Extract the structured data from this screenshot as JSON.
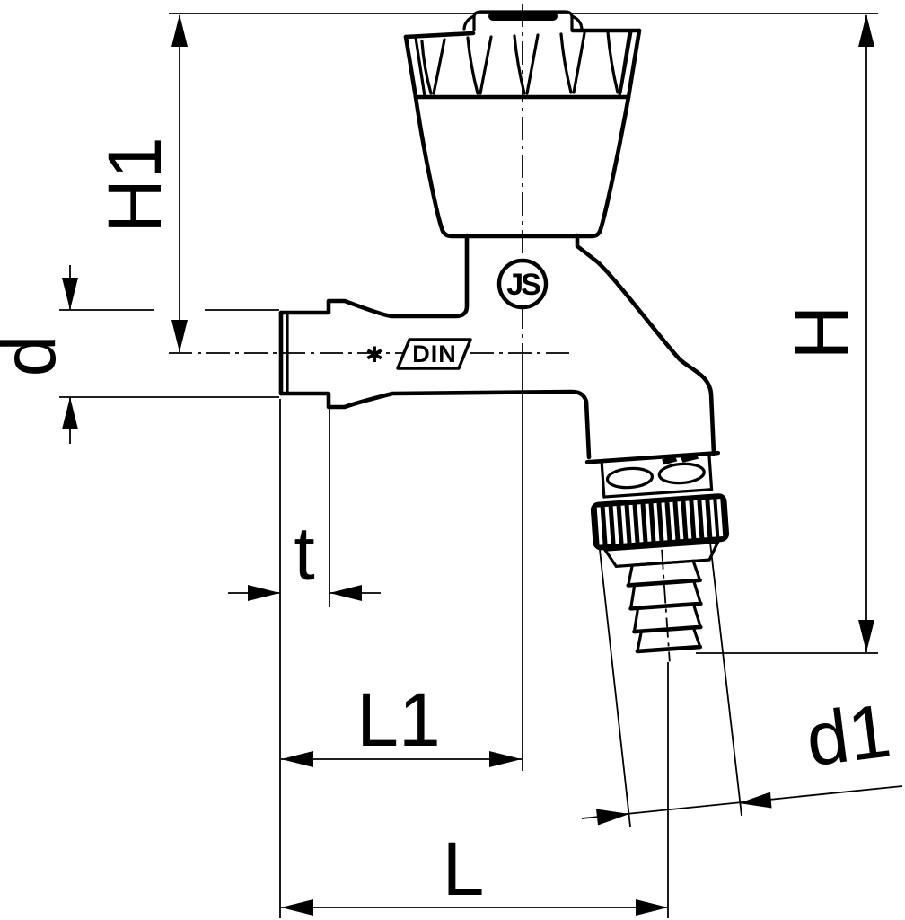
{
  "drawing": {
    "type": "technical line drawing",
    "subject": "Outdoor bib tap with knurled handle, threaded wall inlet and hose union outlet, DIN dimensioned",
    "style": "black line art on white"
  },
  "colors": {
    "line": "#000000",
    "background": "#ffffff",
    "nut_fill": "#000000"
  },
  "dimension_labels": {
    "h1": "H1",
    "d": "d",
    "t": "t",
    "l1": "L1",
    "l": "L",
    "h": "H",
    "d1": "d1"
  },
  "markings": {
    "din_badge": "DIN",
    "logo_monogram": "JS",
    "reference_star": "✱"
  }
}
